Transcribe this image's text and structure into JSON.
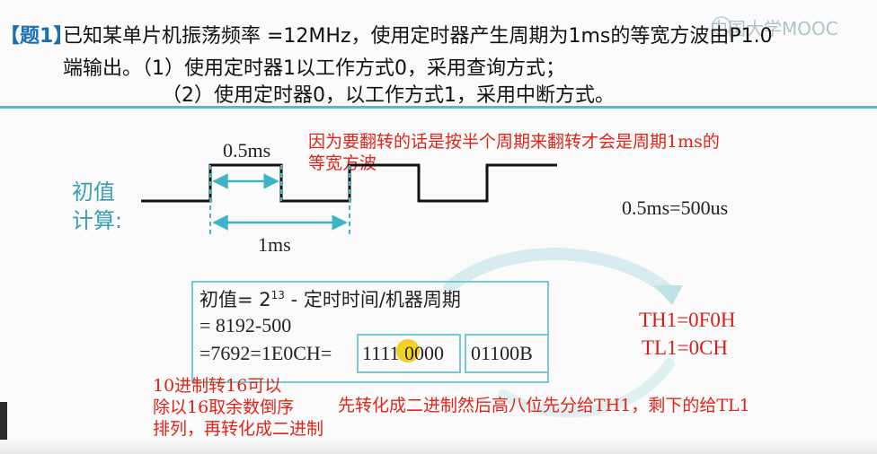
{
  "problem": {
    "tag": "【题1】",
    "line1": "已知某单片机振荡频率 =12MHz，使用定时器产生周期为1ms的等宽方波由P1.0",
    "line2": "端输出。（1）使用定时器1以工作方式0，采用查询方式；",
    "line3": "（2）使用定时器0，以工作方式1，采用中断方式。"
  },
  "watermark": "中国大学MOOC",
  "left_label": {
    "line1": "初值",
    "line2": "计算:"
  },
  "notes": {
    "flip_note_line1": "因为要翻转的话是按半个周期来翻转才会是周期1ms的",
    "flip_note_line2": "等宽方波",
    "half_period": "0.5ms=500us",
    "dec_hex_line1": "10进制转16可以",
    "dec_hex_line2": "除以16取余数倒序",
    "dec_hex_line3": "排列，再转化成二进制",
    "binary_note": "先转化成二进制然后高八位先分给TH1，剩下的给TL1"
  },
  "waveform": {
    "half_label": "0.5ms",
    "full_label": "1ms",
    "half_period_ms": 0.5,
    "period_ms": 1
  },
  "formula": {
    "line1_prefix": "初值= 2",
    "line1_exp": "13",
    "line1_suffix": " - 定时时间/机器周期",
    "line2": "= 8192-500",
    "line3_prefix": "=7692=1E0CH=",
    "high_bits": "1111 0000",
    "low_bits": "01100B"
  },
  "results": {
    "th1": "TH1=0F0H",
    "tl1": "TL1=0CH"
  },
  "colors": {
    "accent_teal": "#56b8c8",
    "note_red": "#e2231a",
    "title_blue": "#1a6fb3"
  }
}
